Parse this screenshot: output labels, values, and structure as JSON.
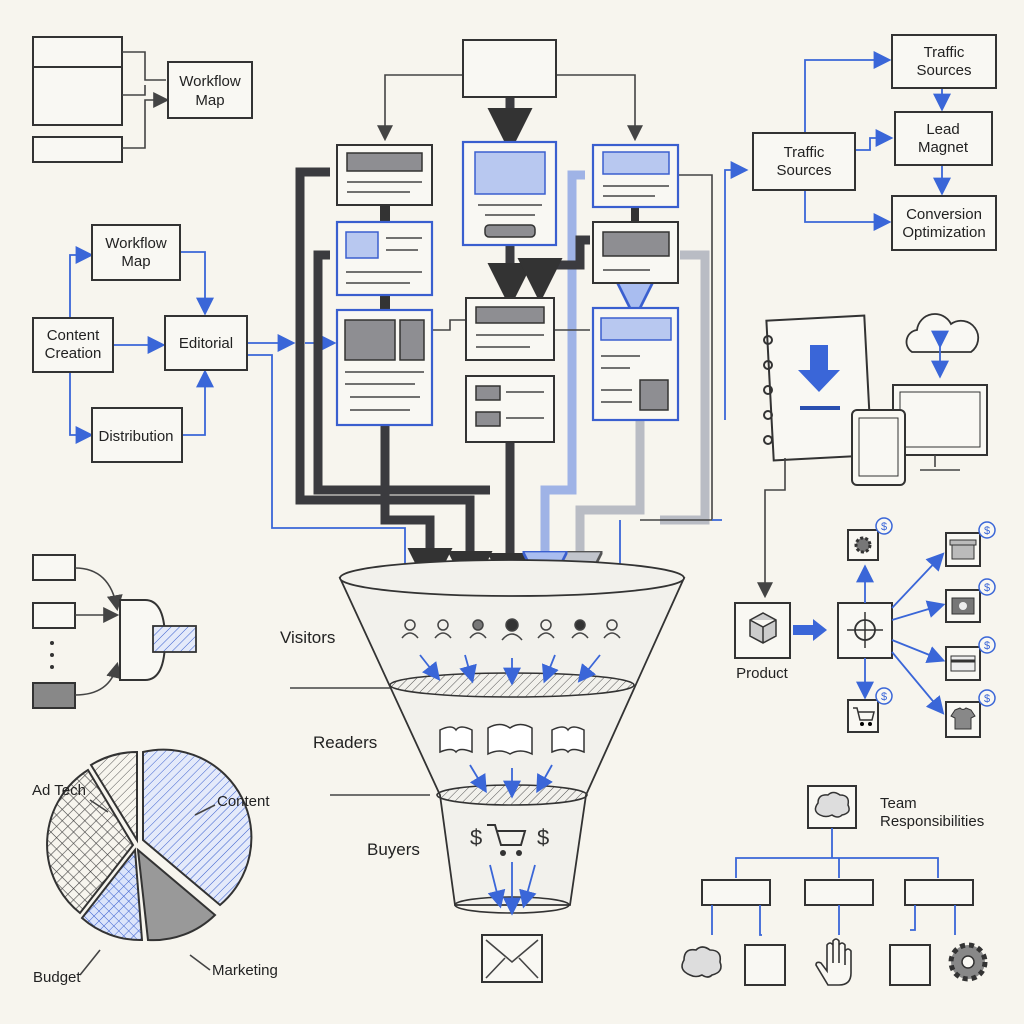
{
  "colors": {
    "background": "#f7f5ee",
    "accent": "#3a66d8",
    "ink": "#333333"
  },
  "top_left": {
    "workflow_map": [
      "Workflow",
      "Map"
    ]
  },
  "content_flow": {
    "workflow_map": [
      "Workflow",
      "Map"
    ],
    "content_creation": [
      "Content",
      "Creation"
    ],
    "editorial": "Editorial",
    "distribution": "Distribution"
  },
  "traffic": {
    "traffic_sources_left": [
      "Traffic",
      "Sources"
    ],
    "traffic_sources_top": [
      "Traffic",
      "Sources"
    ],
    "lead_magnet": [
      "Lead",
      "Magnet"
    ],
    "conversion_optimization": [
      "Conversion",
      "Optimization"
    ]
  },
  "funnel": {
    "stages": [
      "Visitors",
      "Readers",
      "Buyers"
    ],
    "output_icon": "envelope-icon"
  },
  "product": {
    "label": "Product",
    "channel_icons": [
      "gear-icon",
      "store-icon",
      "camera-icon",
      "credit-card-icon",
      "shirt-icon",
      "cart-icon"
    ]
  },
  "pie": {
    "labels": {
      "ad_tech": "Ad Tech",
      "content": "Content",
      "budget": "Budget",
      "marketing": "Marketing"
    }
  },
  "team": {
    "label": [
      "Team",
      "Responsibilities"
    ],
    "icons": [
      "brain-icon",
      "hand-icon",
      "gear-icon"
    ]
  }
}
